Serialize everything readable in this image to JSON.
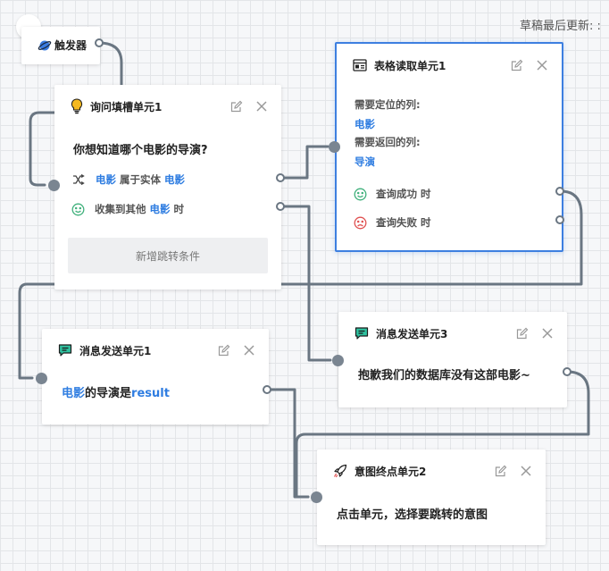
{
  "header": {
    "draft_status": "草稿最后更新: :"
  },
  "trigger": {
    "label": "触发器"
  },
  "ask_slot": {
    "title": "询问填槽单元1",
    "question": "你想知道哪个电影的导演?",
    "cond1": {
      "slot": "电影",
      "middle": " 属于实体 ",
      "entity": "电影"
    },
    "cond2": {
      "prefix": "收集到其他 ",
      "entity": "电影",
      "suffix": " 时"
    },
    "add_button": "新增跳转条件"
  },
  "table_read": {
    "title": "表格读取单元1",
    "locate_label": "需要定位的列:",
    "locate_value": "电影",
    "return_label": "需要返回的列:",
    "return_value": "导演",
    "success": "查询成功 时",
    "fail": "查询失败 时"
  },
  "msg1": {
    "title": "消息发送单元1",
    "var1": "电影",
    "mid": "的导演是",
    "var2": "result"
  },
  "msg3": {
    "title": "消息发送单元3",
    "text": "抱歉我们的数据库没有这部电影~"
  },
  "intent_end": {
    "title": "意图终点单元2",
    "text": "点击单元，选择要跳转的意图"
  },
  "colors": {
    "accent": "#2f7de1",
    "wire": "#6a7682",
    "success": "#3fb07b",
    "fail": "#e05050",
    "bulb": "#f5b920",
    "selected_border": "#3d7fe0"
  }
}
